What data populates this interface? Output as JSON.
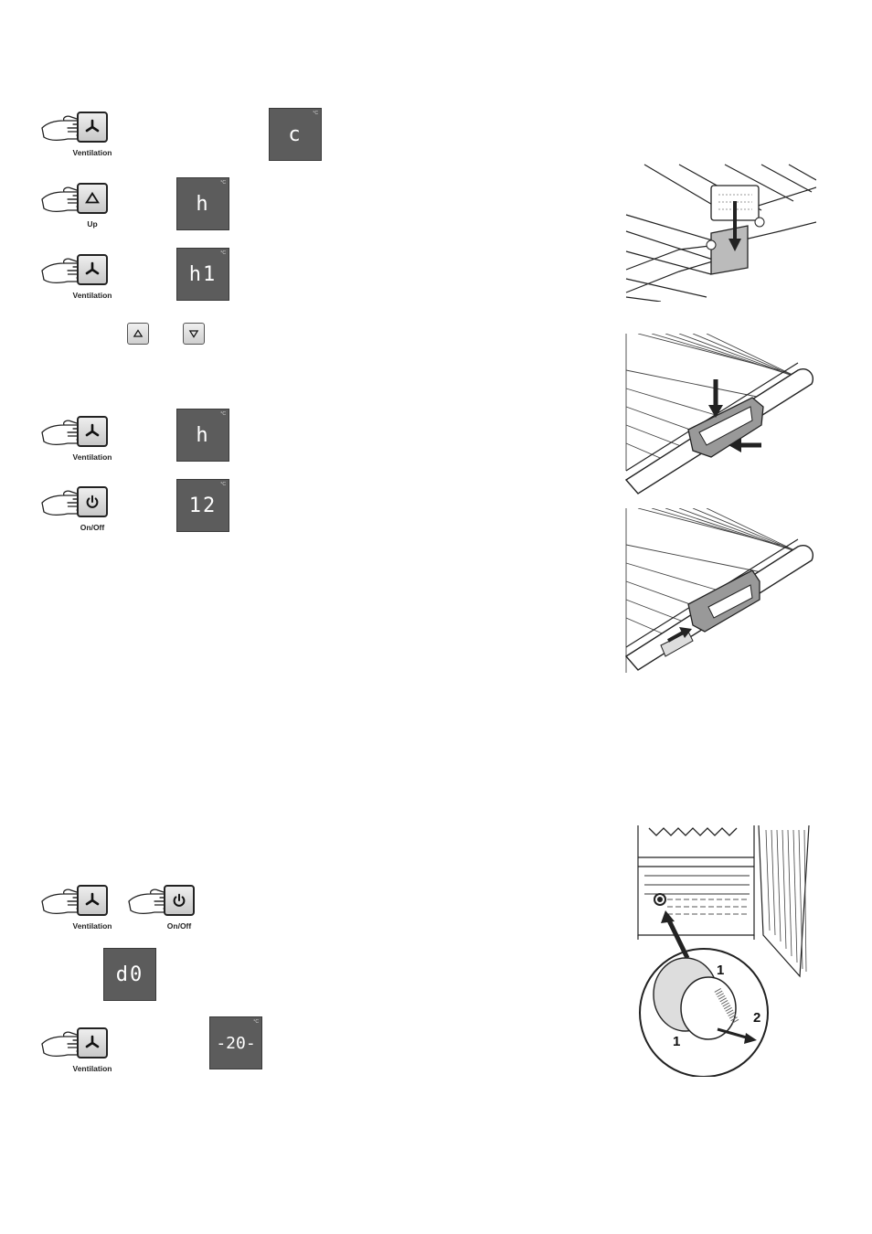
{
  "labels": {
    "ventilation": "Ventilation",
    "up": "Up",
    "onoff": "On/Off"
  },
  "displays": {
    "d1": "c",
    "d2": "h",
    "d3": "h1",
    "d4": "h",
    "d5": "12",
    "d6": "d0",
    "d7": "-20-",
    "unit": "°C"
  },
  "figure_callouts": {
    "step1": "1",
    "step1b": "1",
    "step2": "2"
  },
  "icons": [
    "hand-press-icon",
    "fan-icon",
    "up-arrow-icon",
    "down-arrow-icon",
    "power-icon"
  ]
}
